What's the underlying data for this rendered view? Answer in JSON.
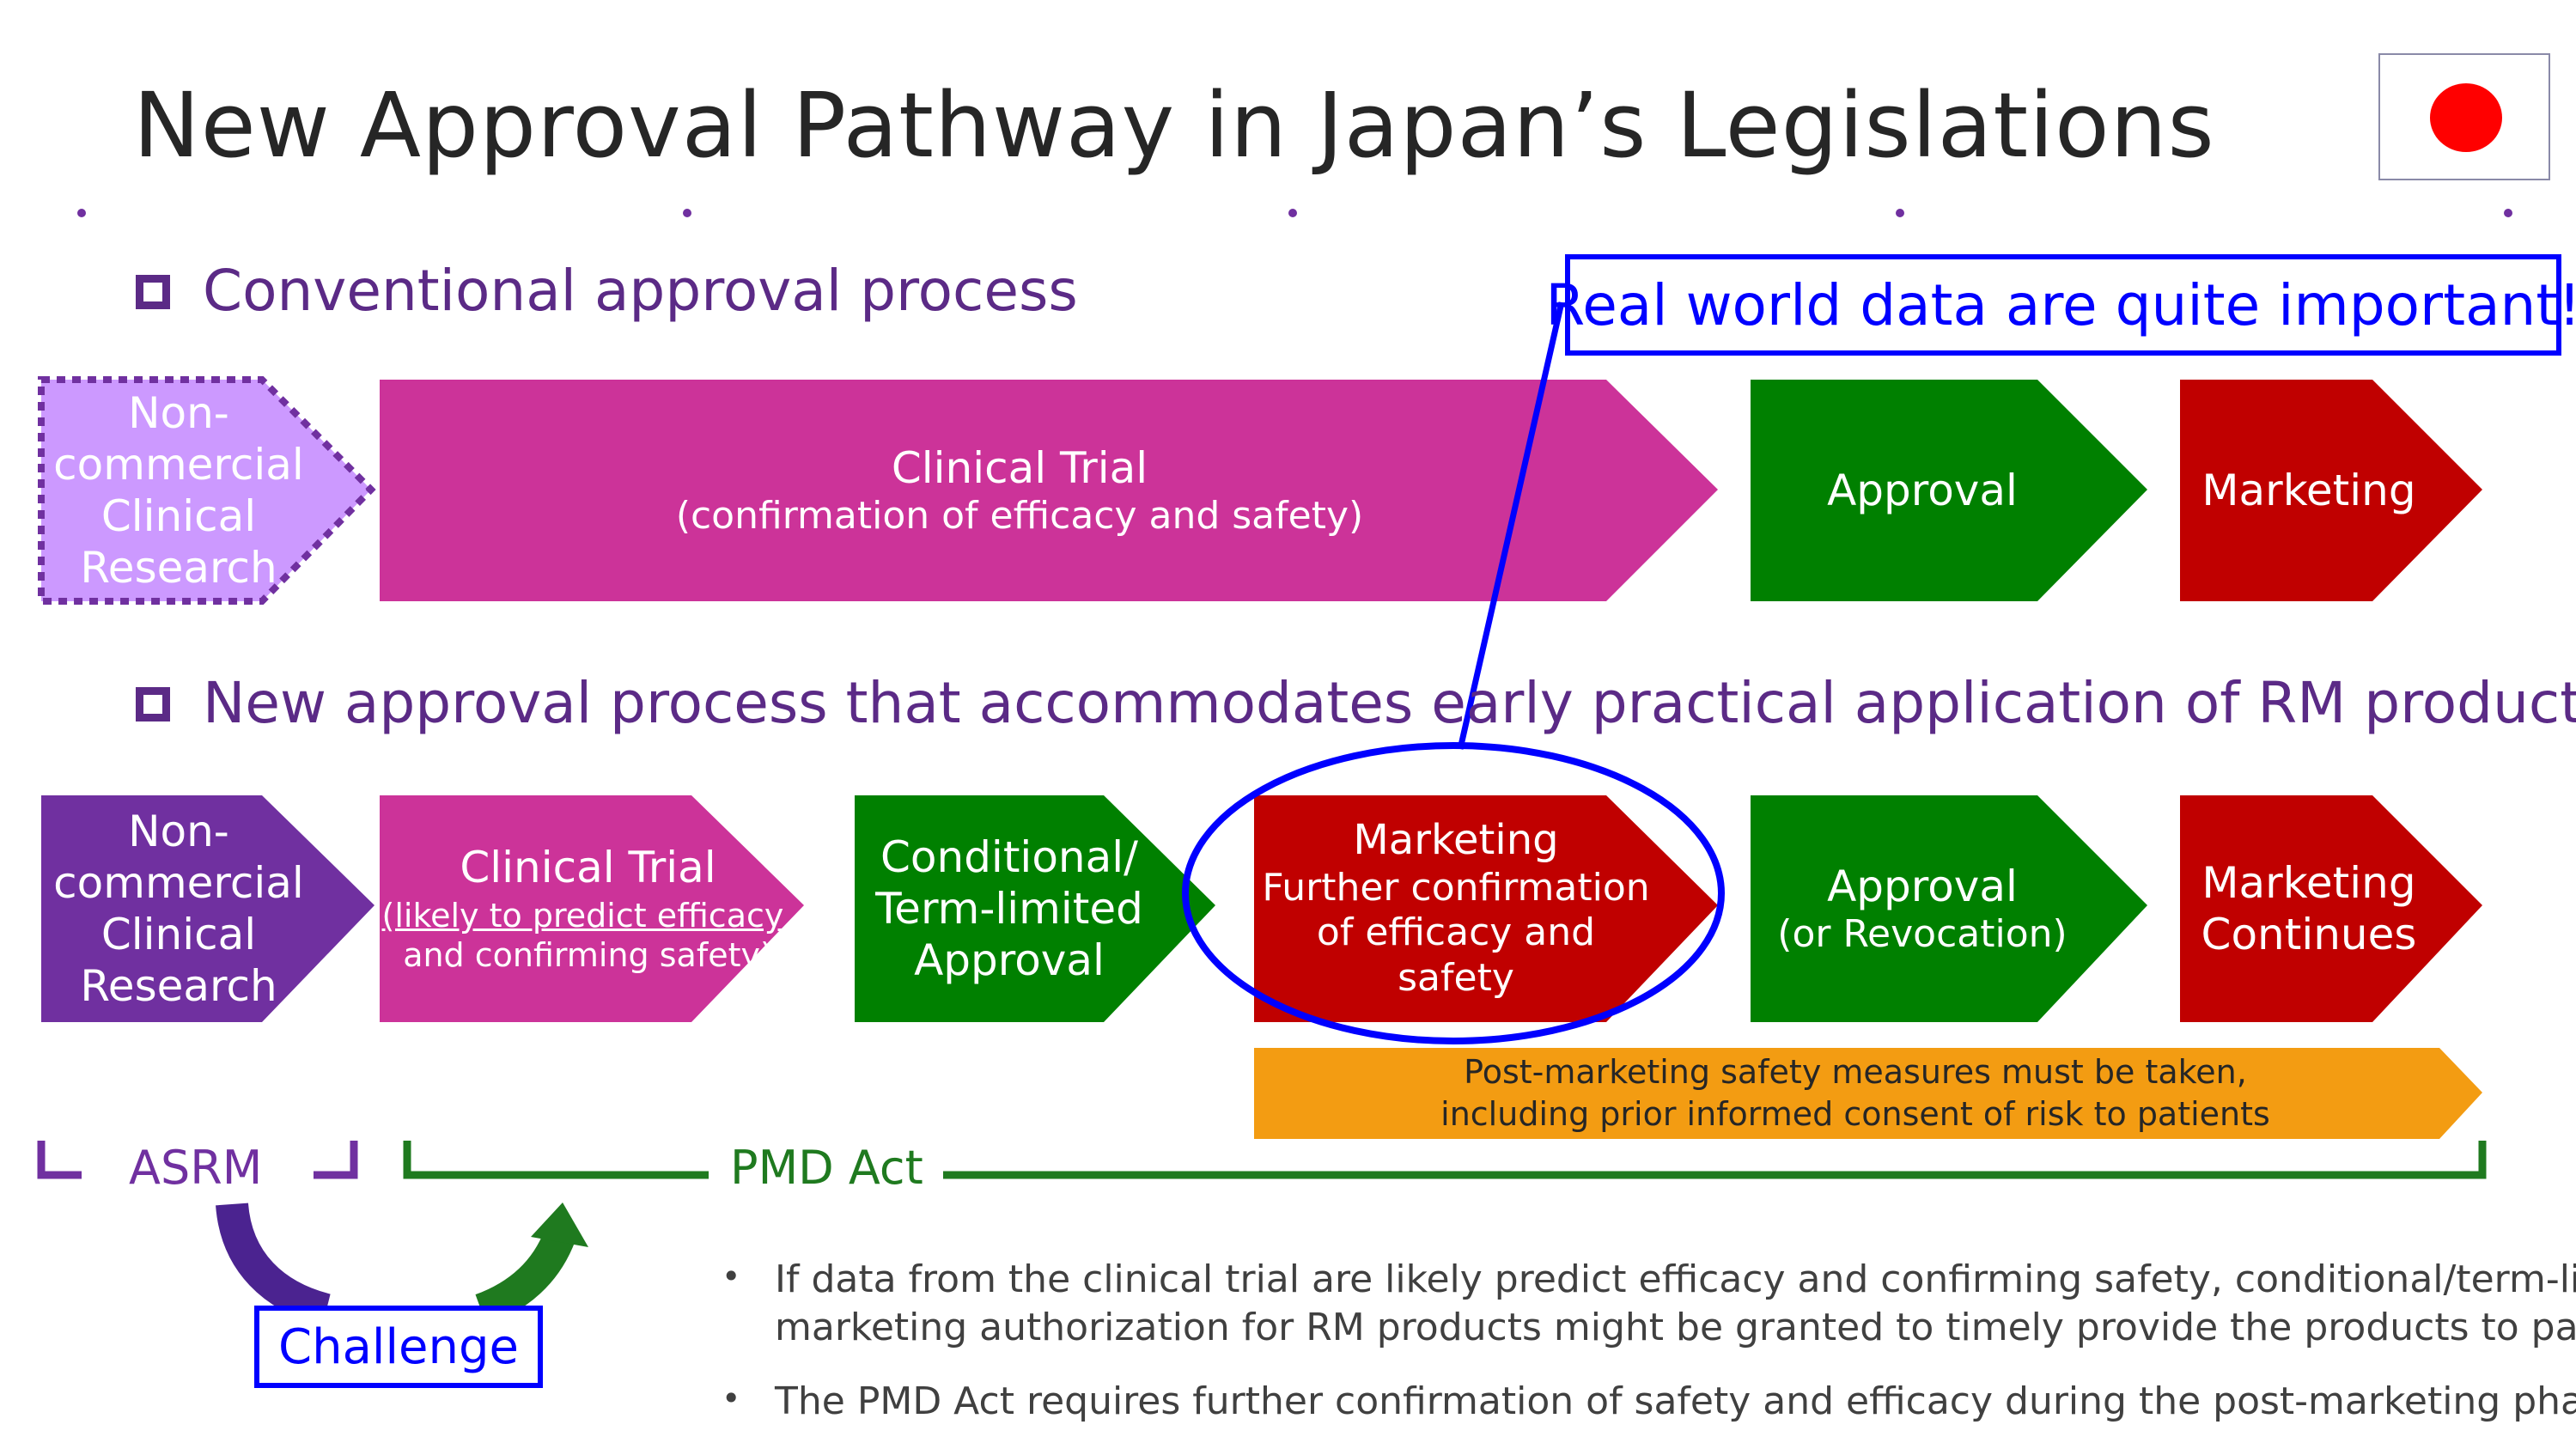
{
  "title": "New Approval Pathway in Japan’s Legislations",
  "flag": {
    "name": "japan-flag",
    "background": "#ffffff",
    "circle": "#ff0000"
  },
  "conventional": {
    "heading": "Conventional approval process",
    "steps": [
      {
        "lines": [
          "Non-",
          "commercial",
          "Clinical",
          "Research"
        ],
        "color": "#cc99ff",
        "dotted": true
      },
      {
        "lines": [
          "Clinical Trial",
          "(confirmation of efficacy and safety)"
        ],
        "color": "#cc3399"
      },
      {
        "lines": [
          "Approval"
        ],
        "color": "#008000"
      },
      {
        "lines": [
          "Marketing"
        ],
        "color": "#c00000"
      }
    ]
  },
  "callout": "Real world data are quite important!",
  "new_process": {
    "heading": "New approval process that accommodates early practical application of RM products",
    "steps": [
      {
        "lines": [
          "Non-",
          "commercial",
          "Clinical",
          "Research"
        ],
        "color": "#7030a0"
      },
      {
        "lines": [
          "Clinical Trial",
          "(likely to predict efficacy,",
          "and confirming safety)"
        ],
        "color": "#cc3399"
      },
      {
        "lines": [
          "Conditional/",
          "Term-limited",
          "Approval"
        ],
        "color": "#008000"
      },
      {
        "lines": [
          "Marketing",
          "Further confirmation",
          "of efficacy and safety"
        ],
        "color": "#c00000"
      },
      {
        "lines": [
          "Approval",
          "(or Revocation)"
        ],
        "color": "#008000"
      },
      {
        "lines": [
          "Marketing",
          "Continues"
        ],
        "color": "#c00000"
      }
    ],
    "post_marketing": [
      "Post-marketing safety measures must be taken,",
      "including prior informed consent of risk to patients"
    ],
    "post_marketing_color": "#f39c12"
  },
  "laws": {
    "asrm": "ASRM",
    "pmd": "PMD Act",
    "asrm_color": "#7030a0",
    "pmd_color": "#008000"
  },
  "challenge": "Challenge",
  "bullets": [
    {
      "lines": [
        "If data from the clinical trial are likely predict efficacy and confirming safety, conditional/term-limited",
        "marketing authorization for RM products might be granted to timely provide the products to patients."
      ]
    },
    {
      "lines": [
        "The PMD Act requires further confirmation of safety and efficacy during the post-marketing phase."
      ]
    }
  ],
  "bullet_symbol": "•"
}
